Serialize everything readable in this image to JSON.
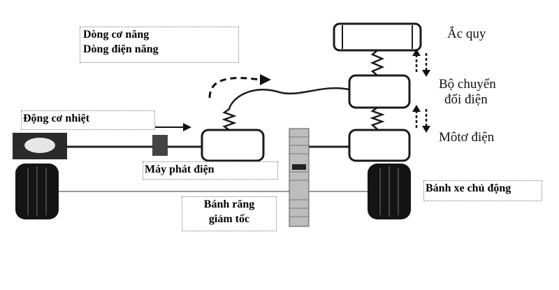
{
  "legend": {
    "line1": "Dòng cơ năng",
    "line2": "Dòng điện năng"
  },
  "labels": {
    "battery": "Ắc quy",
    "converter_line1": "Bộ chuyển",
    "converter_line2": "đổi điện",
    "motor": "Môtơ điện",
    "heat_engine": "Động cơ nhiệt",
    "generator": "Máy phát điện",
    "drive_wheel": "Bánh xe chủ động",
    "reduction_gear_line1": "Bánh răng",
    "reduction_gear_line2": "giảm tốc"
  },
  "colors": {
    "stroke": "#1a1a1a",
    "wheel_dark": "#141414",
    "gear_fill": "#bdbdbd",
    "box_fill": "#ffffff"
  }
}
